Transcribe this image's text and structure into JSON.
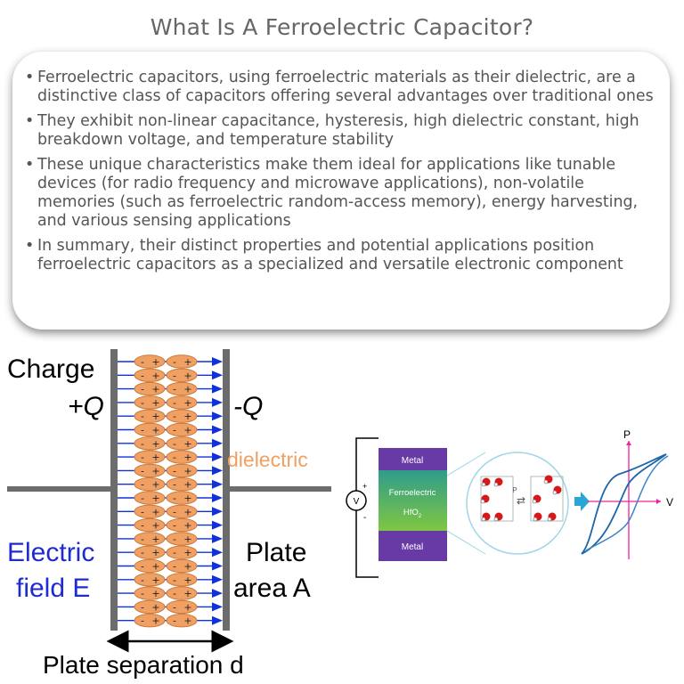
{
  "title": "What Is A Ferroelectric Capacitor?",
  "bullets": [
    "Ferroelectric capacitors, using ferroelectric materials as their dielectric, are a distinctive class of capacitors offering several advantages over traditional ones",
    "They exhibit non-linear capacitance, hysteresis, high dielectric constant, high breakdown voltage, and temperature stability",
    "These unique characteristics make them ideal for applications like tunable devices (for radio frequency and microwave applications), non-volatile memories (such as ferroelectric random-access memory), energy harvesting, and various sensing applications",
    "In summary, their distinct properties and potential applications position ferroelectric capacitors as a specialized and versatile electronic component"
  ],
  "capacitor": {
    "charge_label": "Charge",
    "charge_pos": "+Q",
    "charge_neg": "-Q",
    "dielectric_label": "dielectric",
    "field_label_1": "Electric",
    "field_label_2": "field E",
    "area_label_1": "Plate",
    "area_label_2": "area A",
    "separation_label": "Plate separation d",
    "dipole_plus": "+",
    "dipole_minus": "-"
  },
  "device": {
    "top_layer": "Metal",
    "middle_layer": "Ferroelectric",
    "middle_formula": "HfO",
    "middle_subscript": "2",
    "bottom_layer": "Metal",
    "source_symbol": "V",
    "source_plus": "+",
    "source_minus": "-",
    "zoom_label_p": "P",
    "zoom_arrow": "⇄"
  },
  "hysteresis": {
    "y_label": "P",
    "x_label": "V"
  },
  "colors": {
    "plate": "#6c6c6c",
    "dipole_fill": "#f1a064",
    "dipole_stroke": "#c9793d",
    "field_arrow": "#1030d8",
    "dielectric_text": "#f0a060",
    "field_text": "#1d2bd0",
    "metal_layer": "#673aa6",
    "ferro_top": "#2f9c8a",
    "ferro_bottom": "#7fc742",
    "loop": "#1d66a8",
    "zoom_circle": "#9fd6e8",
    "atom": "#d81818",
    "arrow_cyan": "#2aa6d6"
  }
}
